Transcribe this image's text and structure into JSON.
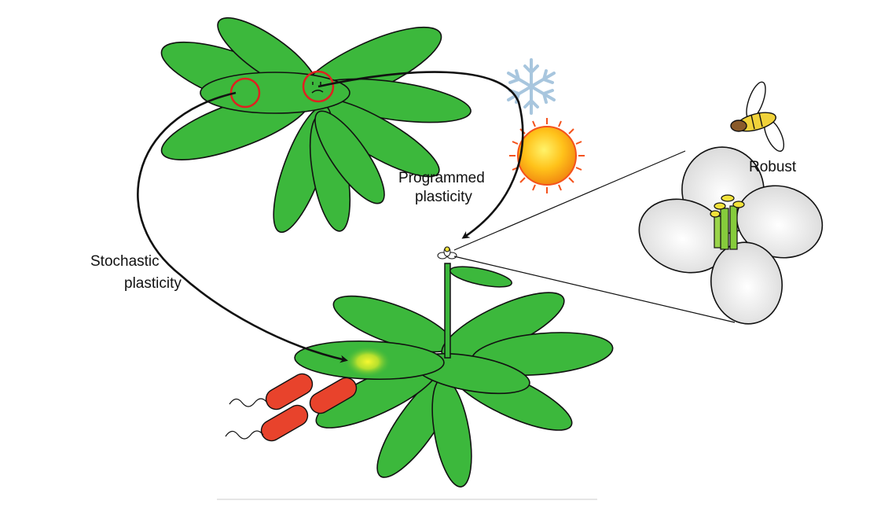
{
  "labels": {
    "programmed_line1": "Programmed",
    "programmed_line2": "plasticity",
    "stochastic_line1": "Stochastic",
    "stochastic_line2": "plasticity",
    "robust": "Robust"
  },
  "colors": {
    "leaf": "#3cb83c",
    "outline": "#111111",
    "stress_ring": "#e02020",
    "bacteria": "#e8432c",
    "sun_outer": "#f48a1c",
    "sun_inner": "#ffe84a",
    "snowflake": "#a8c6de",
    "petal": "#e9e9e9",
    "infection_glow": "#f4f02a"
  },
  "icons": [
    "snowflake-icon",
    "sun-icon",
    "bee-icon",
    "flower-icon",
    "bacteria-icon"
  ]
}
